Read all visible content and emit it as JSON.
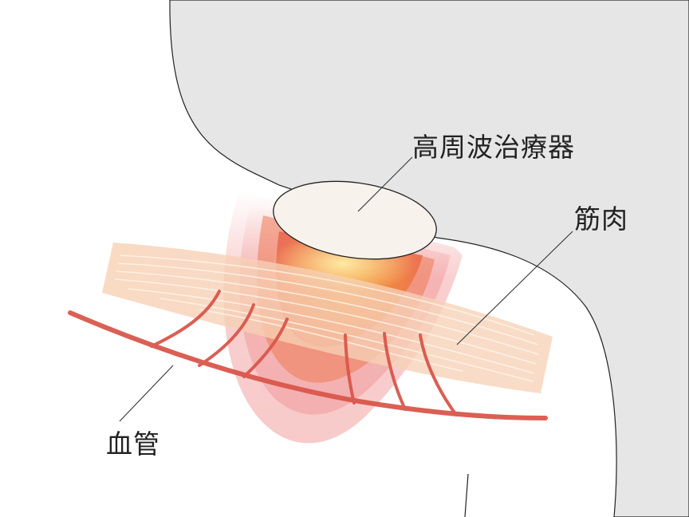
{
  "labels": {
    "device": "高周波治療器",
    "muscle": "筋肉",
    "vessel": "血管"
  },
  "colors": {
    "body": "#e6e6e6",
    "device": "#f7f3ec",
    "muscle": "#f6c9a8",
    "vessel": "#d9574b",
    "heat_core": "#f29a1f",
    "heat_outer": "#ef8e8e"
  }
}
